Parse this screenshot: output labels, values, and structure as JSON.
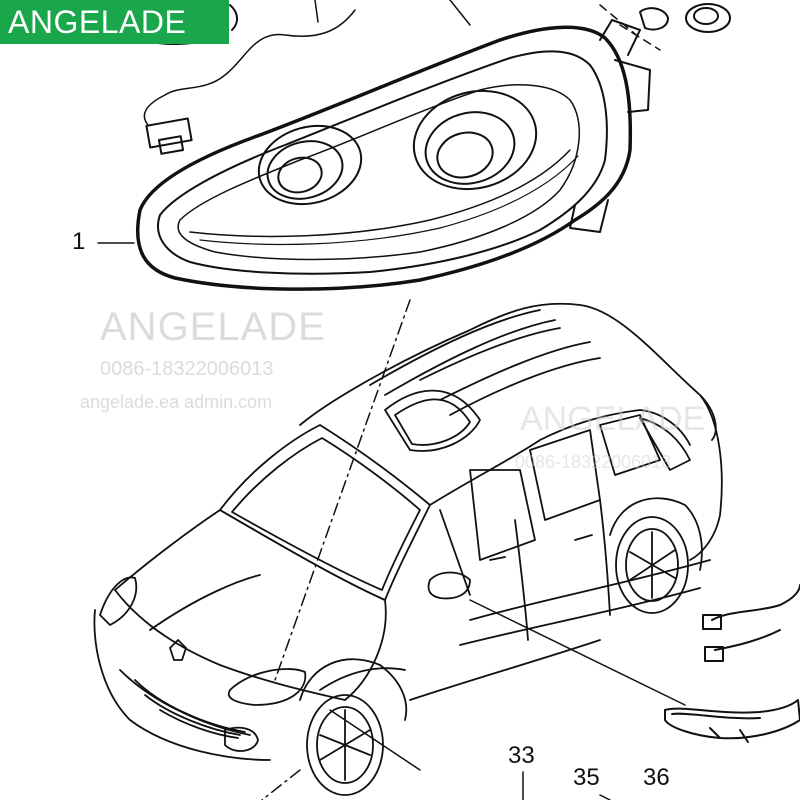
{
  "brand": {
    "badge_text": "ANGELADE",
    "badge_color": "#1aa64a"
  },
  "watermark": {
    "name": "ANGELADE",
    "phone": "0086-18322006013",
    "email": "angelade.ea admin.com"
  },
  "callouts": [
    "1",
    "33",
    "35",
    "36"
  ],
  "colors": {
    "line": "#111111",
    "watermark": "#cfcfcf"
  }
}
